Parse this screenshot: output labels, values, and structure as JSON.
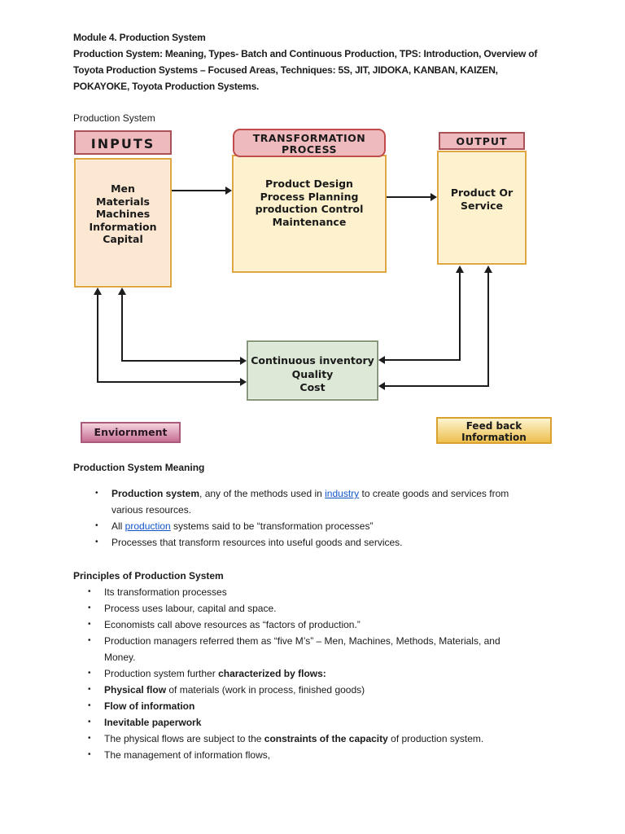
{
  "document": {
    "title": "Module 4. Production System",
    "intro": "Production System: Meaning, Types- Batch and Continuous Production, TPS: Introduction, Overview of\nToyota Production Systems – Focused Areas, Techniques: 5S, JIT, JIDOKA, KANBAN, KAIZEN,\nPOKAYOKE, Toyota Production Systems.",
    "diagram_caption": "Production System"
  },
  "diagram": {
    "inputs": {
      "header": "INPUTS",
      "lines": [
        "Men",
        "Materials",
        "Machines",
        "Information",
        "Capital"
      ]
    },
    "transformation": {
      "header": "TRANSFORMATION PROCESS",
      "lines": [
        "Product Design",
        "Process Planning",
        "production Control",
        "Maintenance"
      ]
    },
    "output": {
      "header": "OUTPUT",
      "lines": [
        "Product Or",
        "Service"
      ]
    },
    "monitor": {
      "lines": [
        "Continuous inventory",
        "Quality",
        "Cost"
      ]
    },
    "environment_label": "Enviornment",
    "feedback_label_lines": [
      "Feed back",
      "Information"
    ]
  },
  "theme": {
    "pink_header": "#eebabd",
    "pink_border": "#a85156",
    "red_border": "#bf4b4b",
    "peach_fill": "#fce8d2",
    "yellow_fill": "#fdf2cd",
    "gold_border": "#dfa53f",
    "green_fill": "#dde9d7",
    "green_border": "#85987a",
    "env_grad_top": "#f4d4de",
    "env_grad_bottom": "#c76f94",
    "env_border": "#aa5a7a",
    "fb_grad_top": "#fdf4d0",
    "fb_grad_bottom": "#edbf4e",
    "fb_border": "#d9a22f",
    "link": "#1155cc",
    "arrow": "#1c1c1c"
  },
  "sections": [
    {
      "heading": "Production System Meaning",
      "indent": "indent-a",
      "bullets": [
        [
          {
            "t": "Production system",
            "b": true
          },
          {
            "t": ", any of the methods used in "
          },
          {
            "t": "industry",
            "link": true,
            "name": "link-industry"
          },
          {
            "t": " to create goods and services from\nvarious resources."
          }
        ],
        [
          {
            "t": "All "
          },
          {
            "t": "production",
            "link": true,
            "name": "link-production"
          },
          {
            "t": " systems said to be “transformation processes”"
          }
        ],
        [
          {
            "t": "Processes that transform resources into useful goods and services."
          }
        ]
      ]
    },
    {
      "heading": "Principles of Production System",
      "indent": "indent-b",
      "bullets": [
        [
          {
            "t": "Its transformation processes"
          }
        ],
        [
          {
            "t": "Process uses labour, capital and space."
          }
        ],
        [
          {
            "t": "Economists call above resources as “factors of production.”"
          }
        ],
        [
          {
            "t": "Production managers referred them as “five M’s” – Men, Machines, Methods, Materials, and\nMoney."
          }
        ],
        [
          {
            "t": "Production system further "
          },
          {
            "t": "characterized by flows:",
            "b": true
          }
        ],
        [
          {
            "t": "Physical flow",
            "b": true
          },
          {
            "t": " of materials (work in process, finished goods)"
          }
        ],
        [
          {
            "t": "Flow of information",
            "b": true
          }
        ],
        [
          {
            "t": "Inevitable paperwork",
            "b": true
          }
        ],
        [
          {
            "t": "The physical flows are subject to the "
          },
          {
            "t": "constraints of the capacity",
            "b": true
          },
          {
            "t": " of production system."
          }
        ],
        [
          {
            "t": "The management of information flows,"
          }
        ]
      ]
    }
  ]
}
